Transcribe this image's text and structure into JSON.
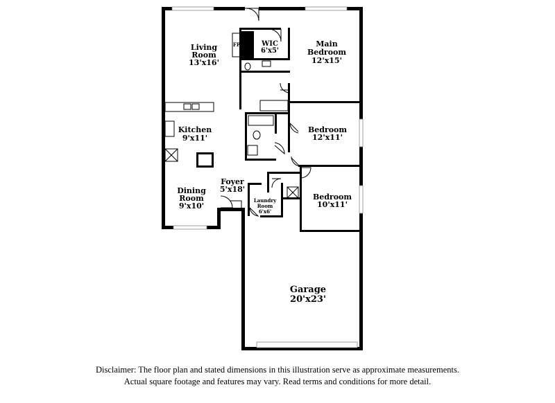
{
  "rooms": {
    "living_room": {
      "name_line1": "Living",
      "name_line2": "Room",
      "size": "13'x16'"
    },
    "wic": {
      "name": "WIC",
      "size": "6'x5'"
    },
    "fireplace": {
      "label": "FP"
    },
    "main_bedroom": {
      "name_line1": "Main",
      "name_line2": "Bedroom",
      "size": "12'x15'"
    },
    "kitchen": {
      "name": "Kitchen",
      "size": "9'x11'"
    },
    "bedroom_2": {
      "name": "Bedroom",
      "size": "12'x11'"
    },
    "foyer": {
      "name": "Foyer",
      "size": "5'x18'"
    },
    "laundry_room": {
      "name_line1": "Laundry",
      "name_line2": "Room",
      "size": "6'x6'"
    },
    "dining_room": {
      "name_line1": "Dining",
      "name_line2": "Room",
      "size": "9'x10'"
    },
    "bedroom_3": {
      "name": "Bedroom",
      "size": "10'x11'"
    },
    "garage": {
      "name": "Garage",
      "size": "20'x23'"
    }
  },
  "disclaimer": {
    "line1": "Disclaimer: The floor plan and stated dimensions in this illustration serve as approximate measurements.",
    "line2": "Actual square footage and features may vary. Read terms and conditions for more detail."
  }
}
